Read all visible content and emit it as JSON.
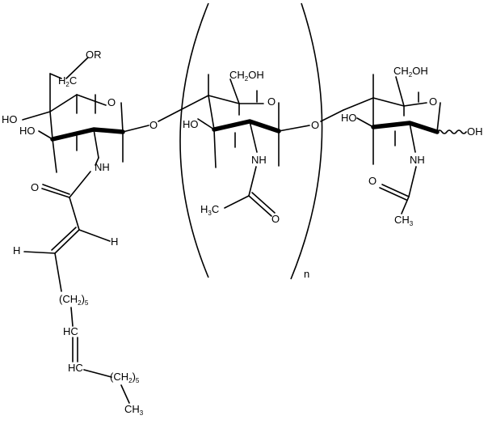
{
  "diagram": {
    "residue_1": {
      "ch2_substituent": "OR",
      "ch2_label": "H2C",
      "ho_upper": "HO",
      "ho_lower": "HO",
      "ring_oxygen": "O",
      "nh_label": "NH",
      "carbonyl_oxygen": "O",
      "vinyl_h_right": "H",
      "vinyl_h_left": "H",
      "chain_a": "(CH2)5",
      "alkene_ch_upper": "HC",
      "alkene_ch_lower": "HC",
      "chain_b": "(CH2)5",
      "terminal_methyl": "CH3"
    },
    "glycosidic_oxygen_1": "O",
    "residue_2": {
      "ch2_label": "CH2OH",
      "ho_label": "HO",
      "ring_oxygen": "O",
      "nh_label": "NH",
      "methyl_label": "H3C",
      "carbonyl_oxygen": "O"
    },
    "glycosidic_oxygen_2": "O",
    "repeat_subscript": "n",
    "residue_3": {
      "ch2_label": "CH2OH",
      "ho_label": "HO",
      "ring_oxygen": "O",
      "anomeric_oh": "OH",
      "nh_label": "NH",
      "carbonyl_oxygen": "O",
      "methyl_label": "CH3"
    }
  }
}
